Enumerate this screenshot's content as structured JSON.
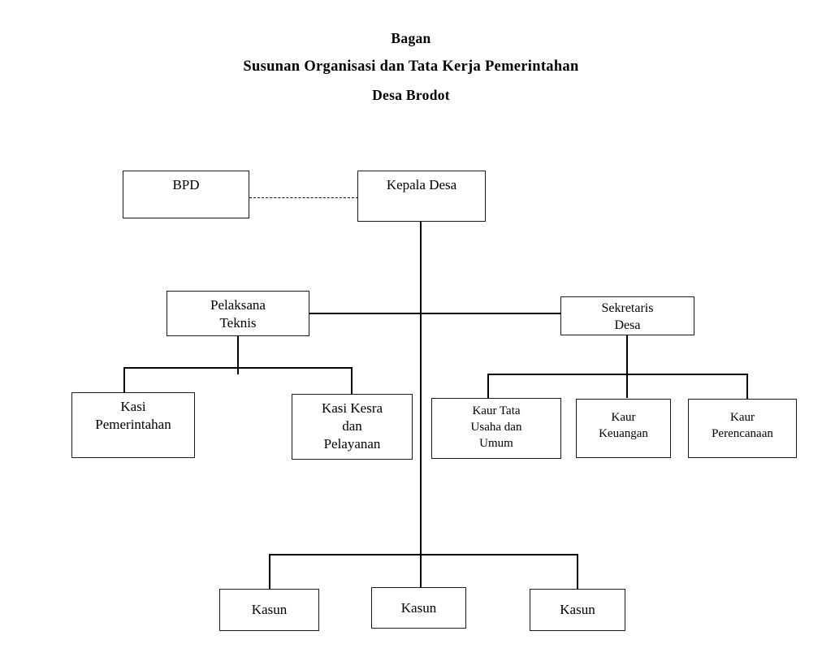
{
  "document": {
    "title_lines": [
      "Bagan",
      "Susunan Organisasi dan Tata Kerja Pemerintahan",
      "Desa Brodot"
    ]
  },
  "chart_data": {
    "type": "diagram",
    "diagram_kind": "organizational-chart",
    "title": "Bagan Susunan Organisasi dan Tata Kerja Pemerintahan Desa Brodot",
    "nodes": [
      {
        "id": "bpd",
        "label": "BPD",
        "level": 0
      },
      {
        "id": "kepala_desa",
        "label": "Kepala Desa",
        "level": 0
      },
      {
        "id": "pelaksana_teknis",
        "label": "Pelaksana\nTeknis",
        "level": 1
      },
      {
        "id": "sekretaris_desa",
        "label": "Sekretaris\nDesa",
        "level": 1
      },
      {
        "id": "kasi_pemerintahan",
        "label": "Kasi\nPemerintahan",
        "level": 2
      },
      {
        "id": "kasi_kesra",
        "label": "Kasi Kesra\ndan\nPelayanan",
        "level": 2
      },
      {
        "id": "kaur_tata_usaha",
        "label": "Kaur Tata\nUsaha dan\nUmum",
        "level": 2
      },
      {
        "id": "kaur_keuangan",
        "label": "Kaur\nKeuangan",
        "level": 2
      },
      {
        "id": "kaur_perencanaan",
        "label": "Kaur\nPerencanaan",
        "level": 2
      },
      {
        "id": "kasun_1",
        "label": "Kasun",
        "level": 3
      },
      {
        "id": "kasun_2",
        "label": "Kasun",
        "level": 3
      },
      {
        "id": "kasun_3",
        "label": "Kasun",
        "level": 3
      }
    ],
    "edges": [
      {
        "from": "bpd",
        "to": "kepala_desa",
        "style": "dashed",
        "meaning": "coordinative"
      },
      {
        "from": "kepala_desa",
        "to": "pelaksana_teknis",
        "style": "solid"
      },
      {
        "from": "kepala_desa",
        "to": "sekretaris_desa",
        "style": "solid"
      },
      {
        "from": "pelaksana_teknis",
        "to": "kasi_pemerintahan",
        "style": "solid"
      },
      {
        "from": "pelaksana_teknis",
        "to": "kasi_kesra",
        "style": "solid"
      },
      {
        "from": "sekretaris_desa",
        "to": "kaur_tata_usaha",
        "style": "solid"
      },
      {
        "from": "sekretaris_desa",
        "to": "kaur_keuangan",
        "style": "solid"
      },
      {
        "from": "sekretaris_desa",
        "to": "kaur_perencanaan",
        "style": "solid"
      },
      {
        "from": "kepala_desa",
        "to": "kasun_1",
        "style": "solid"
      },
      {
        "from": "kepala_desa",
        "to": "kasun_2",
        "style": "solid"
      },
      {
        "from": "kepala_desa",
        "to": "kasun_3",
        "style": "solid"
      }
    ],
    "colors": {
      "background": "#ffffff",
      "line": "#000000",
      "box_border": "#1b1b1b",
      "text": "#000000"
    }
  },
  "nodes": {
    "bpd": "BPD",
    "kepala_desa": "Kepala Desa",
    "pelaksana_teknis": "Pelaksana\nTeknis",
    "sekretaris_desa": "Sekretaris\nDesa",
    "kasi_pemerintahan": "Kasi\nPemerintahan",
    "kasi_kesra": "Kasi Kesra\ndan\nPelayanan",
    "kaur_tata_usaha": "Kaur Tata\nUsaha dan\nUmum",
    "kaur_keuangan": "Kaur\nKeuangan",
    "kaur_perencanaan": "Kaur\nPerencanaan",
    "kasun_1": "Kasun",
    "kasun_2": "Kasun",
    "kasun_3": "Kasun"
  }
}
